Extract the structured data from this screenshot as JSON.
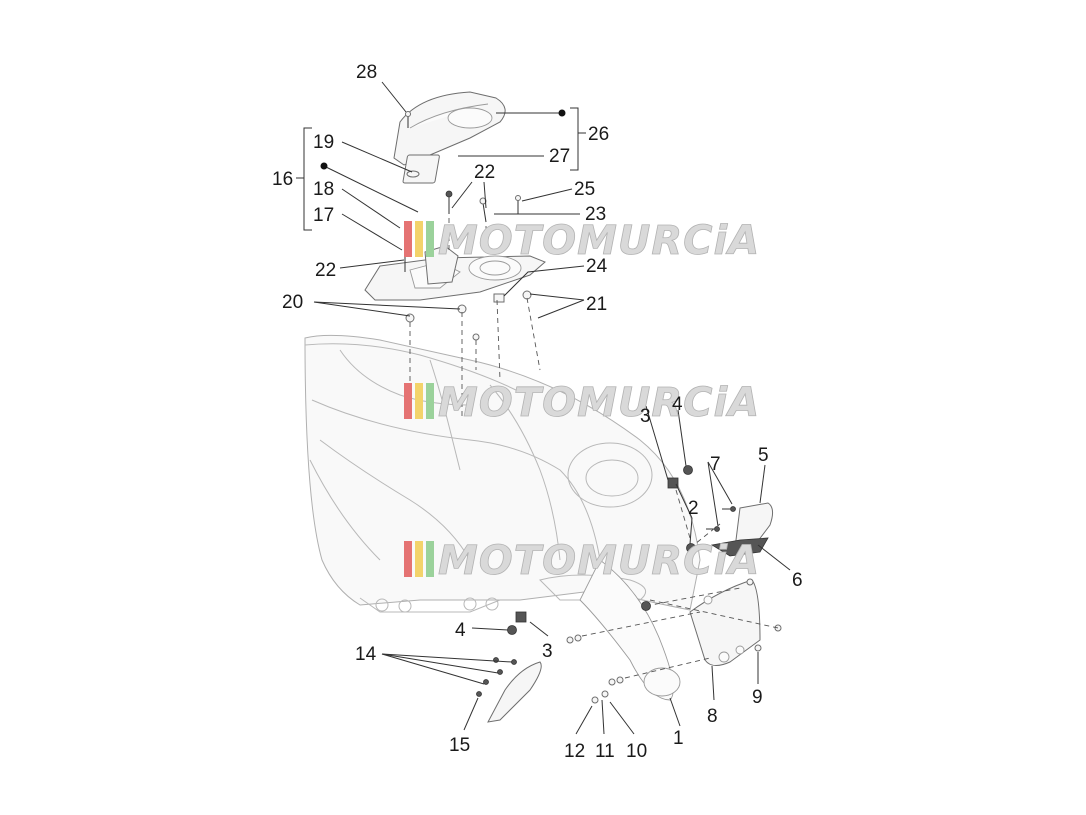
{
  "callouts": [
    {
      "id": "28",
      "label": "28"
    },
    {
      "id": "26",
      "label": "26"
    },
    {
      "id": "27",
      "label": "27"
    },
    {
      "id": "19",
      "label": "19"
    },
    {
      "id": "16",
      "label": "16"
    },
    {
      "id": "18",
      "label": "18"
    },
    {
      "id": "17",
      "label": "17"
    },
    {
      "id": "22a",
      "label": "22"
    },
    {
      "id": "22b",
      "label": "22"
    },
    {
      "id": "25",
      "label": "25"
    },
    {
      "id": "23",
      "label": "23"
    },
    {
      "id": "24",
      "label": "24"
    },
    {
      "id": "20",
      "label": "20"
    },
    {
      "id": "21",
      "label": "21"
    },
    {
      "id": "3a",
      "label": "3"
    },
    {
      "id": "4a",
      "label": "4"
    },
    {
      "id": "5",
      "label": "5"
    },
    {
      "id": "7",
      "label": "7"
    },
    {
      "id": "2",
      "label": "2"
    },
    {
      "id": "6",
      "label": "6"
    },
    {
      "id": "4",
      "label": "4"
    },
    {
      "id": "3",
      "label": "3"
    },
    {
      "id": "14",
      "label": "14"
    },
    {
      "id": "15",
      "label": "15"
    },
    {
      "id": "12",
      "label": "12"
    },
    {
      "id": "11",
      "label": "11"
    },
    {
      "id": "10",
      "label": "10"
    },
    {
      "id": "1",
      "label": "1"
    },
    {
      "id": "8",
      "label": "8"
    },
    {
      "id": "9",
      "label": "9"
    }
  ],
  "watermark": {
    "text": "MOTOMURCiA",
    "colors": [
      "#e57373",
      "#f3d36b",
      "#9bd29b"
    ]
  }
}
